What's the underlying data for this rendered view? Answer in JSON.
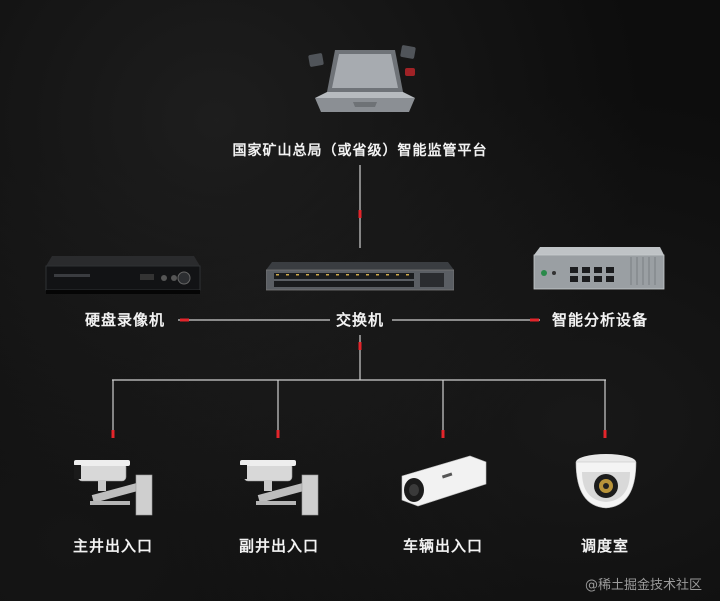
{
  "platform": {
    "label": "国家矿山总局（或省级）智能监管平台",
    "icon": "laptop-icon"
  },
  "mid_row": [
    {
      "label": "硬盘录像机",
      "icon": "nvr-recorder-icon"
    },
    {
      "label": "交换机",
      "icon": "network-switch-icon"
    },
    {
      "label": "智能分析设备",
      "icon": "analysis-box-icon"
    }
  ],
  "cameras": [
    {
      "label": "主井出入口",
      "icon": "bullet-camera-icon"
    },
    {
      "label": "副井出入口",
      "icon": "bullet-camera-icon"
    },
    {
      "label": "车辆出入口",
      "icon": "box-camera-icon"
    },
    {
      "label": "调度室",
      "icon": "dome-camera-icon"
    }
  ],
  "watermark": "@稀土掘金技术社区",
  "colors": {
    "background": "#0d0d0d",
    "line": "#d9d9d9",
    "arrow": "#e3252b"
  }
}
